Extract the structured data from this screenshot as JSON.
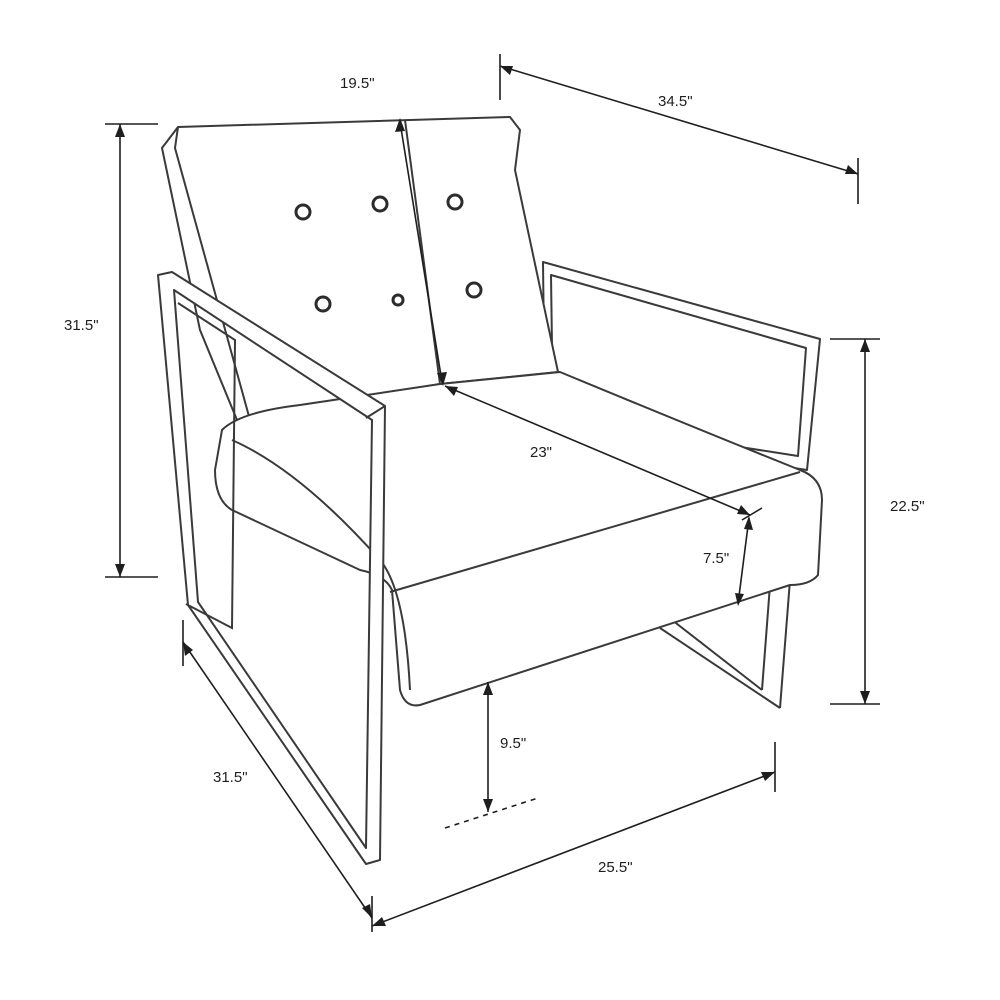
{
  "dimensions": {
    "back_width": "19.5\"",
    "overall_width": "34.5\"",
    "overall_height": "31.5\"",
    "seat_depth": "23\"",
    "arm_height": "22.5\"",
    "seat_thickness": "7.5\"",
    "seat_clearance": "9.5\"",
    "overall_depth": "31.5\"",
    "front_width": "25.5\""
  },
  "colors": {
    "line": "#3a3a3a",
    "dimension": "#1e1e1e",
    "background": "#ffffff"
  }
}
